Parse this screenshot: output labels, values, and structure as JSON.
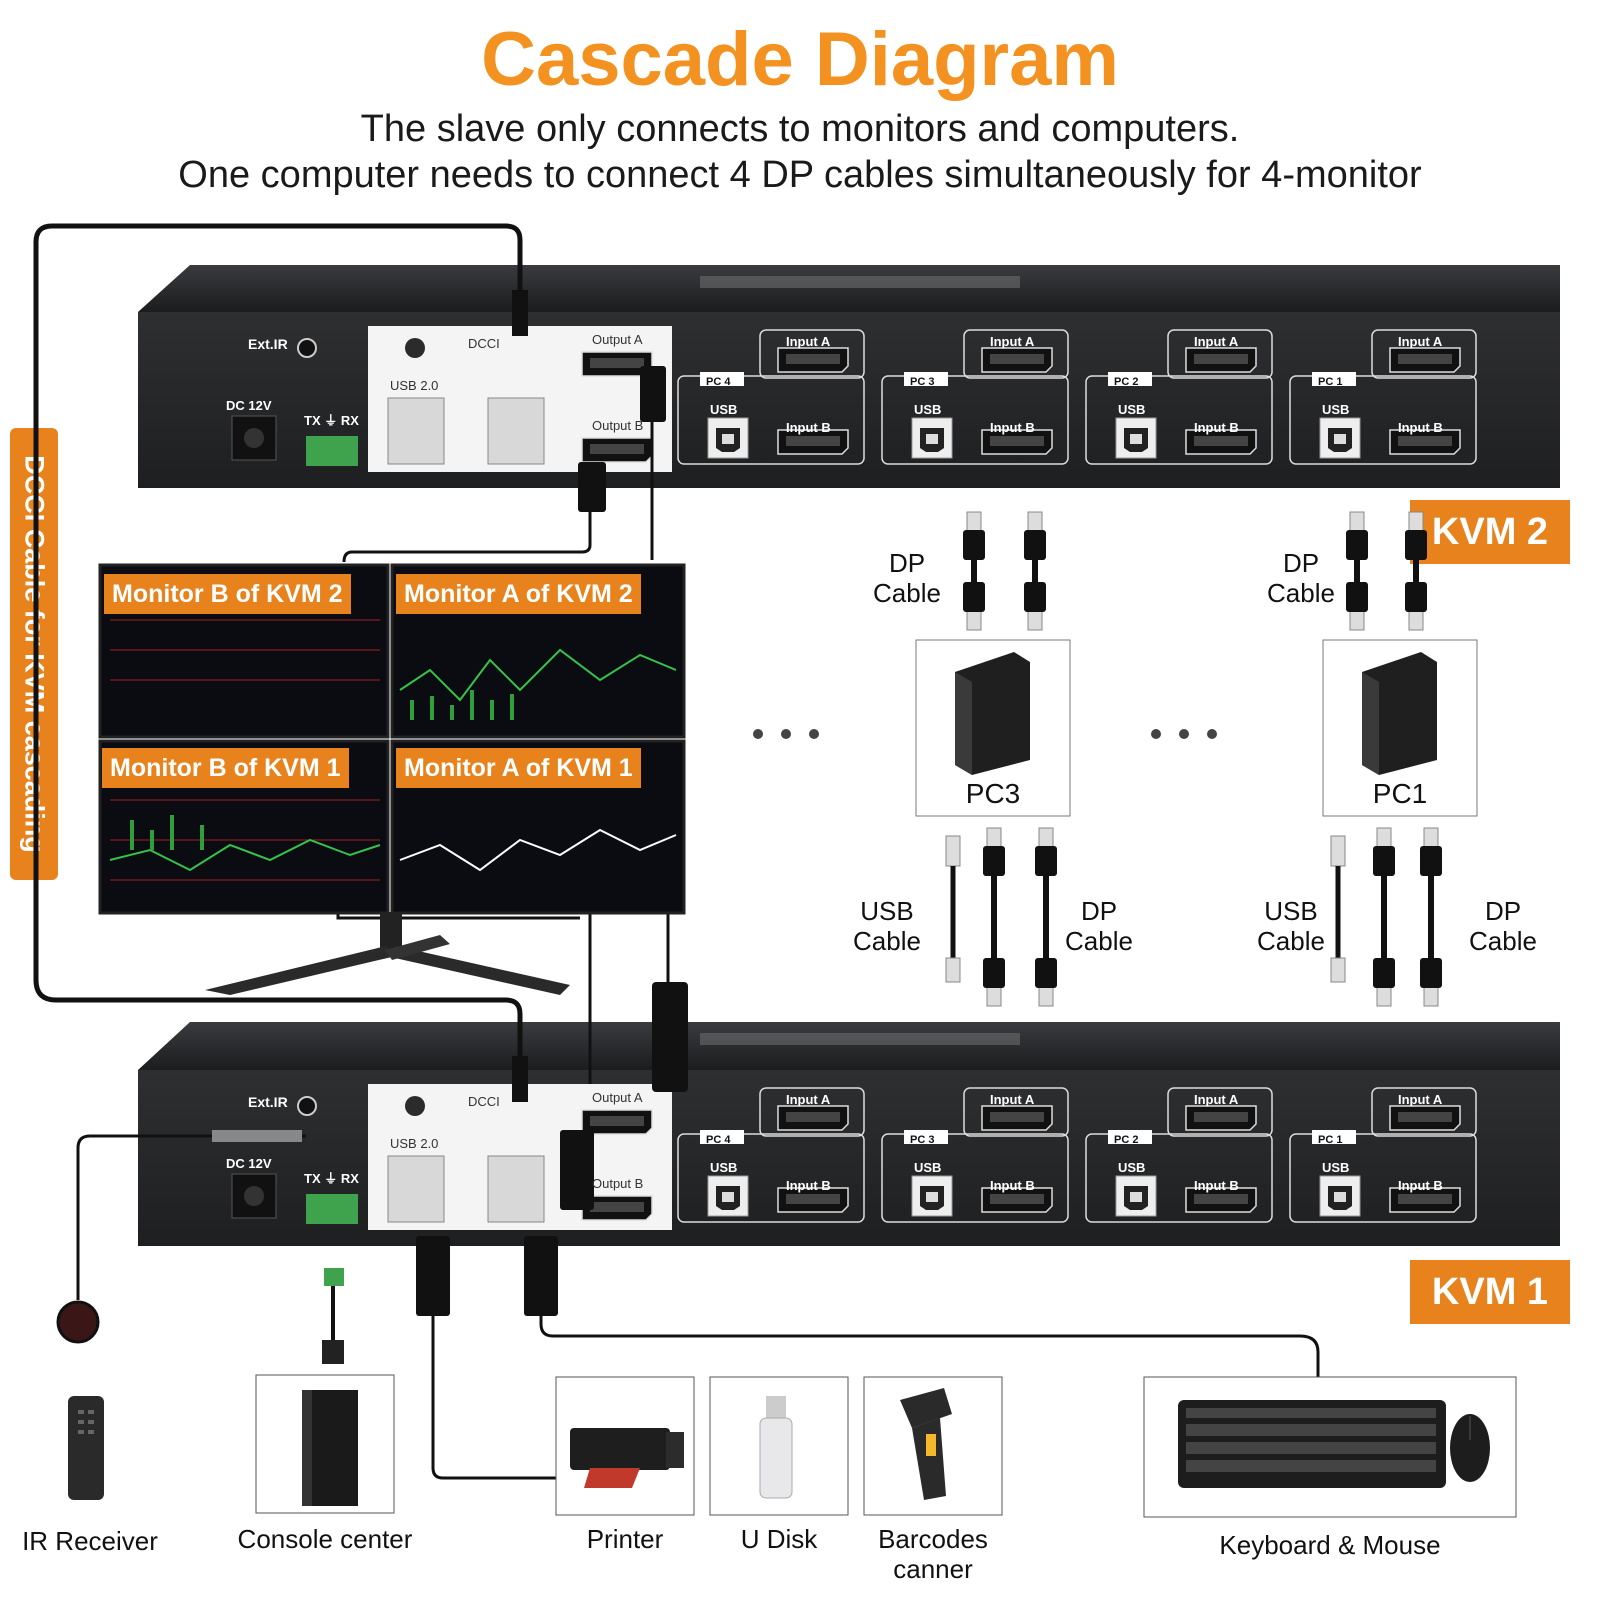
{
  "title": "Cascade Diagram",
  "subtitle_line1": "The slave only connects to monitors and computers.",
  "subtitle_line2": "One computer needs to connect 4 DP cables simultaneously for 4-monitor",
  "side_label": "DCCI Cable for KVM cascading",
  "kvm2_label": "KVM 2",
  "kvm1_label": "KVM 1",
  "panel": {
    "ext_ir": "Ext.IR",
    "dc12v": "DC 12V",
    "txrx": "TX ⏚ RX",
    "dcci": "DCCI",
    "usb20": "USB 2.0",
    "output_a": "Output A",
    "output_b": "Output B",
    "usb": "USB",
    "input_a": "Input A",
    "input_b": "Input B",
    "pc_ports": [
      "PC 4",
      "PC 3",
      "PC 2",
      "PC 1"
    ]
  },
  "monitors": {
    "b_kvm2": "Monitor B of KVM 2",
    "a_kvm2": "Monitor A of KVM 2",
    "b_kvm1": "Monitor B of KVM 1",
    "a_kvm1": "Monitor A of KVM 1"
  },
  "cables": {
    "dp_cable": "DP Cable",
    "usb_cable": "USB Cable"
  },
  "pcs": [
    "PC3",
    "PC1"
  ],
  "devices": {
    "ir_receiver": "IR Receiver",
    "console_center": "Console center",
    "printer": "Printer",
    "u_disk": "U Disk",
    "barcode_line1": "Barcodes",
    "barcode_line2": "canner",
    "keyboard_mouse": "Keyboard & Mouse"
  },
  "colors": {
    "accent": "#e8821c",
    "title": "#f39220",
    "device_body": "#2a2b2d"
  }
}
